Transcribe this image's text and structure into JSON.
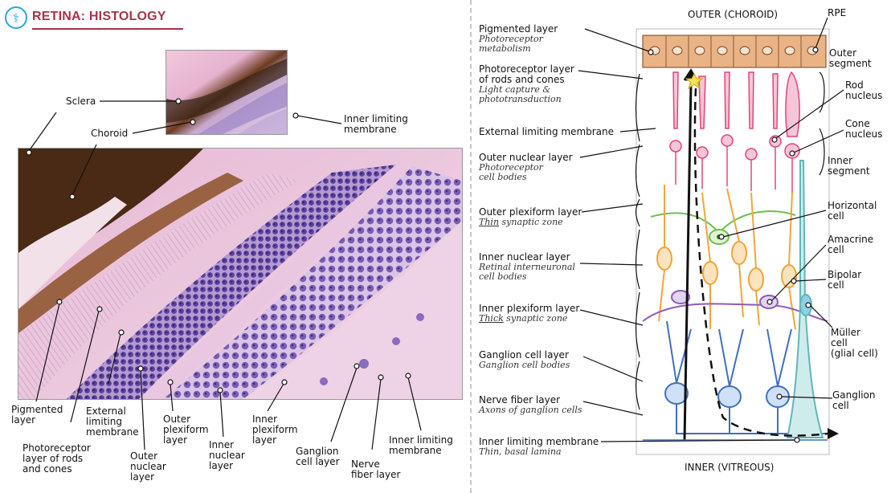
{
  "header": {
    "title": "RETINA: HISTOLOGY",
    "logo_icon": "caduceus-icon"
  },
  "colors": {
    "accent": "#a8324a",
    "logo": "#2aa8d6",
    "rod": "#e0457b",
    "bipolar": "#f2a53a",
    "horizontal": "#6cc24a",
    "amacrine": "#8e5bb5",
    "ganglion": "#3f6fc0",
    "muller": "#5fb7b8",
    "rpe": "#c8875a"
  },
  "histology": {
    "labels": {
      "sclera": "Sclera",
      "choroid": "Choroid",
      "inner_limiting_top": "Inner limiting\nmembrane",
      "pigmented": "Pigmented\nlayer",
      "photoreceptor": "Photoreceptor\nlayer of rods\nand cones",
      "external_limiting": "External\nlimiting\nmembrane",
      "outer_nuclear": "Outer\nnuclear\nlayer",
      "outer_plexiform": "Outer\nplexiform\nlayer",
      "inner_nuclear": "Inner\nnuclear\nlayer",
      "inner_plexiform": "Inner\nplexiform\nlayer",
      "ganglion": "Ganglion\ncell layer",
      "nerve_fiber": "Nerve\nfiber layer",
      "inner_limiting_bottom": "Inner limiting\nmembrane"
    }
  },
  "diagram": {
    "top_label": "OUTER (CHOROID)",
    "bottom_label": "INNER (VITREOUS)",
    "layers": [
      {
        "name": "Pigmented layer",
        "desc": "Photoreceptor\nmetabolism",
        "underline": ""
      },
      {
        "name": "Photoreceptor layer\nof rods and cones",
        "desc": "Light capture &\nphototransduction",
        "underline": ""
      },
      {
        "name": "External limiting membrane",
        "desc": "",
        "underline": ""
      },
      {
        "name": "Outer nuclear layer",
        "desc": "Photoreceptor\ncell bodies",
        "underline": ""
      },
      {
        "name": "Outer plexiform layer",
        "desc": " synaptic zone",
        "underline": "Thin"
      },
      {
        "name": "Inner nuclear layer",
        "desc": "Retinal interneuronal\ncell bodies",
        "underline": ""
      },
      {
        "name": "Inner plexiform layer",
        "desc": " synaptic zone",
        "underline": "Thick"
      },
      {
        "name": "Ganglion cell layer",
        "desc": "Ganglion cell bodies",
        "underline": ""
      },
      {
        "name": "Nerve fiber layer",
        "desc": "Axons of ganglion cells",
        "underline": ""
      },
      {
        "name": "Inner limiting membrane",
        "desc": "Thin, basal lamina",
        "underline": ""
      }
    ],
    "right_labels": {
      "rpe": "RPE",
      "outer_segment": "Outer\nsegment",
      "rod_nucleus": "Rod\nnucleus",
      "cone_nucleus": "Cone\nnucleus",
      "inner_segment": "Inner\nsegment",
      "horizontal": "Horizontal\ncell",
      "amacrine": "Amacrine\ncell",
      "bipolar": "Bipolar\ncell",
      "muller": "Müller\ncell\n(glial cell)",
      "ganglion": "Ganglion\ncell"
    }
  }
}
